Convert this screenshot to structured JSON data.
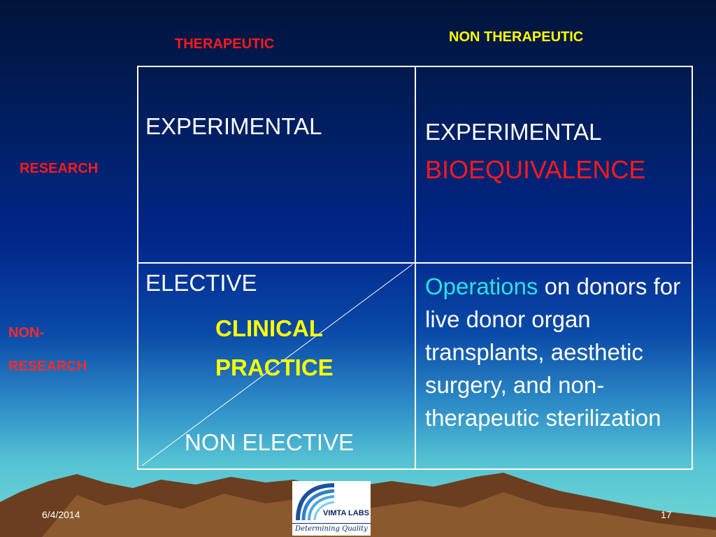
{
  "headers": {
    "therapeutic": "THERAPEUTIC",
    "non_therapeutic": "NON THERAPEUTIC",
    "research": "RESEARCH",
    "non_research_line1": "NON-",
    "non_research_line2": "RESEARCH"
  },
  "cells": {
    "top_left": "EXPERIMENTAL",
    "top_right": {
      "line1": "EXPERIMENTAL",
      "line2": "BIOEQUIVALENCE"
    },
    "bottom_left": {
      "elective": "ELECTIVE",
      "clinical": "CLINICAL",
      "practice": "PRACTICE",
      "non_elective": "NON ELECTIVE"
    },
    "bottom_right": {
      "highlight": "Operations",
      "rest": " on donors for live donor organ transplants, aesthetic surgery, and non-therapeutic sterilization"
    }
  },
  "logo": {
    "name": "VIMTA LABS",
    "tagline": "Determining Quality"
  },
  "footer": {
    "date": "6/4/2014",
    "page": "17"
  },
  "colors": {
    "header_red": "#ff1a1a",
    "header_yellow": "#ffff00",
    "clinical_yellow": "#ffff00",
    "operations_cyan": "#27e3e3",
    "text_white": "#ffffff"
  }
}
